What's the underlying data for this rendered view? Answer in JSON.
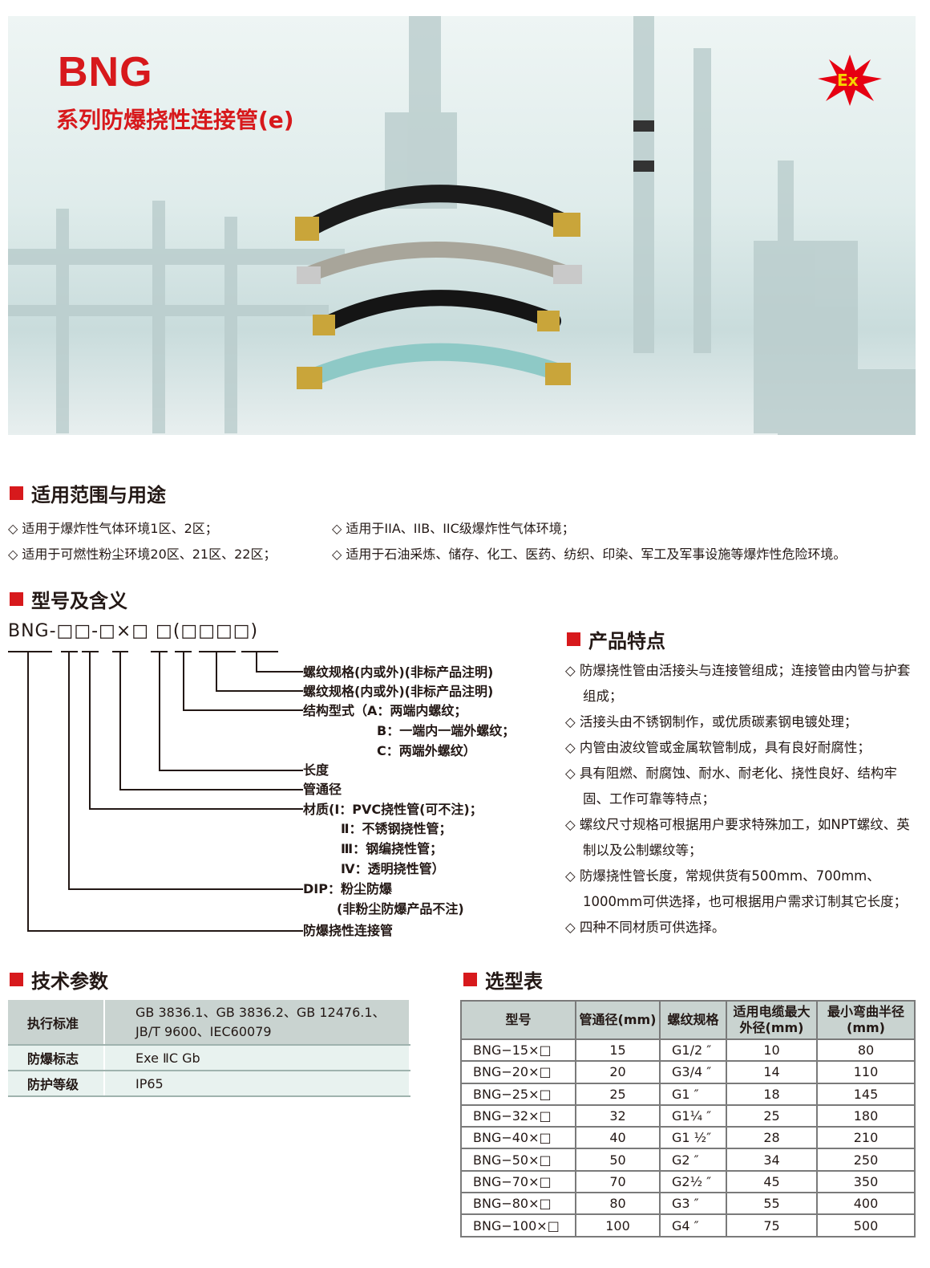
{
  "header": {
    "brand": "BNG",
    "subtitle": "系列防爆挠性连接管(e)",
    "ex_mark": "Ex"
  },
  "scope": {
    "title": "适用范围与用途",
    "items": [
      "◇ 适用于爆炸性气体环境1区、2区；",
      "◇ 适用于IIA、IIB、IIC级爆炸性气体环境；",
      "◇ 适用于可燃性粉尘环境20区、21区、22区；",
      "◇ 适用于石油采炼、储存、化工、医药、纺织、印染、军工及军事设施等爆炸性危险环境。"
    ]
  },
  "model": {
    "title": "型号及含义",
    "code": "BNG-□□-□×□ □(□□□□)",
    "labels": [
      "螺纹规格(内或外)(非标产品注明)",
      "螺纹规格(内或外)(非标产品注明)",
      "结构型式（A：两端内螺纹；",
      "B：一端内一端外螺纹；",
      "C：两端外螺纹）",
      "长度",
      "管通径",
      "材质(Ⅰ：PVC挠性管(可不注)；",
      "Ⅱ：不锈钢挠性管；",
      "Ⅲ：钢编挠性管；",
      "Ⅳ：透明挠性管）",
      "DIP：粉尘防爆",
      "(非粉尘防爆产品不注)",
      "防爆挠性连接管"
    ]
  },
  "features": {
    "title": "产品特点",
    "items": [
      "◇ 防爆挠性管由活接头与连接管组成；连接管由内管与护套组成；",
      "◇ 活接头由不锈钢制作，或优质碳素钢电镀处理；",
      "◇ 内管由波纹管或金属软管制成，具有良好耐腐性；",
      "◇ 具有阻燃、耐腐蚀、耐水、耐老化、挠性良好、结构牢固、工作可靠等特点；",
      "◇ 螺纹尺寸规格可根据用户要求特殊加工，如NPT螺纹、英制以及公制螺纹等；",
      "◇ 防爆挠性管长度，常规供货有500mm、700mm、1000mm可供选择，也可根据用户需求订制其它长度；",
      "◇ 四种不同材质可供选择。"
    ]
  },
  "tech": {
    "title": "技术参数",
    "rows": [
      {
        "k": "执行标准",
        "v1": "GB 3836.1、GB 3836.2、GB 12476.1、",
        "v2": "JB/T 9600、IEC60079"
      },
      {
        "k": "防爆标志",
        "v1": "Exe ⅡC Gb"
      },
      {
        "k": "防护等级",
        "v1": "IP65"
      }
    ]
  },
  "selection": {
    "title": "选型表",
    "headers": [
      "型号",
      "管通径(mm)",
      "螺纹规格",
      "适用电缆最大外径(mm)",
      "最小弯曲半径(mm)"
    ],
    "rows": [
      [
        "BNG−15×□",
        "15",
        "G1/2 ″",
        "10",
        "80"
      ],
      [
        "BNG−20×□",
        "20",
        "G3/4 ″",
        "14",
        "110"
      ],
      [
        "BNG−25×□",
        "25",
        "G1 ″",
        "18",
        "145"
      ],
      [
        "BNG−32×□",
        "32",
        "G1¼ ″",
        "25",
        "180"
      ],
      [
        "BNG−40×□",
        "40",
        "G1 ½″",
        "28",
        "210"
      ],
      [
        "BNG−50×□",
        "50",
        "G2 ″",
        "34",
        "250"
      ],
      [
        "BNG−70×□",
        "70",
        "G2½ ″",
        "45",
        "350"
      ],
      [
        "BNG−80×□",
        "80",
        "G3 ″",
        "55",
        "400"
      ],
      [
        "BNG−100×□",
        "100",
        "G4 ″",
        "75",
        "500"
      ]
    ]
  },
  "colors": {
    "accent": "#d7191c",
    "table_header": "#c9d3d0",
    "table_body": "#e8f2ef"
  }
}
